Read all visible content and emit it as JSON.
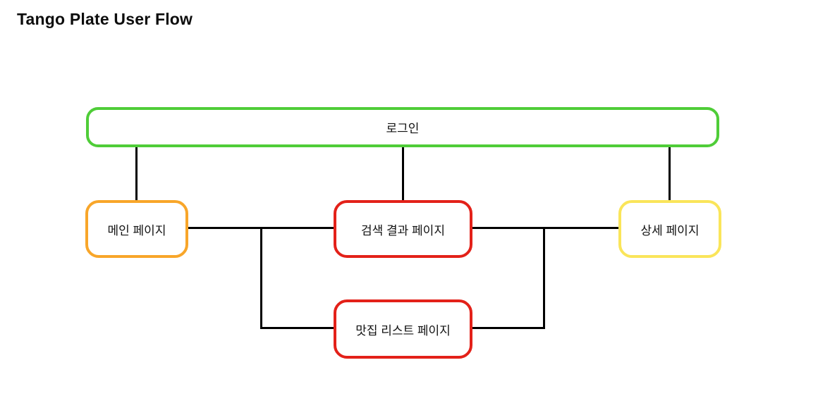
{
  "page_title": "Tango Plate User Flow",
  "diagram": {
    "nodes": {
      "login": {
        "label": "로그인",
        "border_color": "#4fcd38"
      },
      "main": {
        "label": "메인 페이지",
        "border_color": "#f8a62a"
      },
      "search": {
        "label": "검색 결과 페이지",
        "border_color": "#e32119"
      },
      "detail": {
        "label": "상세 페이지",
        "border_color": "#fae55a"
      },
      "list": {
        "label": "맛집 리스트 페이지",
        "border_color": "#e32119"
      }
    },
    "edge_color": "#000000",
    "edges": [
      {
        "from": "login",
        "to": "main",
        "style": "straight"
      },
      {
        "from": "login",
        "to": "search",
        "style": "straight"
      },
      {
        "from": "login",
        "to": "detail",
        "style": "straight"
      },
      {
        "from": "main",
        "to": "search",
        "style": "straight"
      },
      {
        "from": "search",
        "to": "detail",
        "style": "straight"
      },
      {
        "from": "main",
        "to": "list",
        "style": "elbow"
      },
      {
        "from": "detail",
        "to": "list",
        "style": "elbow"
      }
    ]
  }
}
